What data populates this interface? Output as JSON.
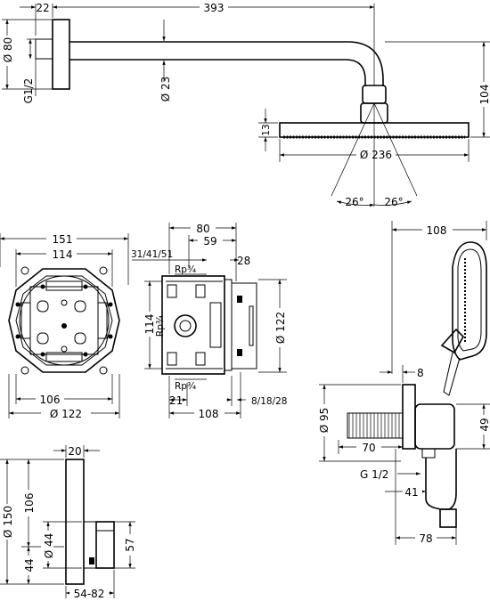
{
  "head_shower": {
    "arm_length": "393",
    "flange_depth": "22",
    "flange_diameter": "Ø 80",
    "thread": "G1/2",
    "arm_diameter": "Ø 23",
    "drop_height": "104",
    "head_thickness": "13",
    "head_diameter": "Ø 236",
    "angle_left": "26°",
    "angle_right": "26°"
  },
  "mixer_body_front": {
    "outer_width": "151",
    "inner_width": "114",
    "hole_spacing": "106",
    "plaster_ring": "Ø 122"
  },
  "mixer_body_side": {
    "depth": "80",
    "depth_inner": "59",
    "range_label": "31/41/51",
    "offset": "28",
    "port_top": "Rp¾",
    "port_mid": "Rp¾",
    "port_bottom": "Rp¾",
    "height": "114",
    "ring": "Ø 122",
    "bottom_offset": "21",
    "total_depth": "108",
    "adjust_range": "8/18/28"
  },
  "hand_shower": {
    "reach": "108",
    "offset": "8",
    "outlet_diameter": "Ø 95",
    "outlet_height": "49",
    "projection": "70",
    "thread": "G 1/2",
    "hose_offset": "41",
    "bottom_reach": "78"
  },
  "trim_plate": {
    "thickness": "20",
    "plate_diameter": "Ø 150",
    "height": "106",
    "handle_diameter": "Ø 44",
    "handle_offset": "44",
    "handle_height": "57",
    "projection_range": "54-82"
  }
}
